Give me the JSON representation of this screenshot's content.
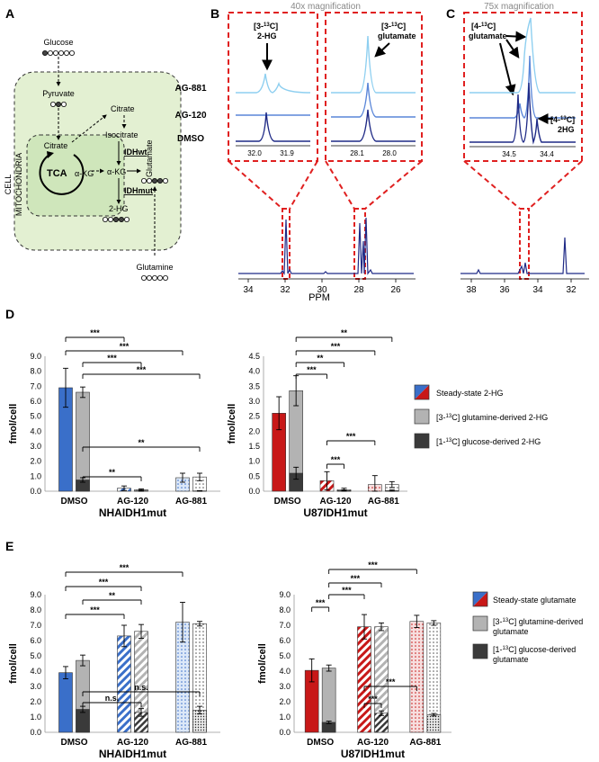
{
  "panels": {
    "A": "A",
    "B": "B",
    "C": "C",
    "D": "D",
    "E": "E"
  },
  "pathway": {
    "glucose": "Glucose",
    "pyruvate": "Pyruvate",
    "citrate_cyto": "Citrate",
    "citrate_mito": "Citrate",
    "tca": "TCA",
    "akg_tca": "α-KG",
    "isocitrate": "Isocitrate",
    "idhwt": "IDHwt",
    "akg": "α-KG",
    "glutamate": "Glutamate",
    "idhmut": "IDHmut",
    "hg2": "2-HG",
    "glutamine": "Glutamine",
    "cell": "CELL",
    "mito": "MITOCHONDRIA"
  },
  "nmr_b": {
    "magnification": "40x magnification",
    "samples": [
      "AG-881",
      "AG-120",
      "DMSO"
    ],
    "label_2hg_line1": "[3-13C]",
    "label_2hg_line2": "2-HG",
    "label_glu_line1": "[3-13C]",
    "label_glu_line2": "glutamate",
    "inset1_ticks": [
      "32.0",
      "31.9"
    ],
    "inset2_ticks": [
      "28.1",
      "28.0"
    ],
    "axis_ticks": [
      "34",
      "32",
      "30",
      "28",
      "26"
    ],
    "xlabel": "PPM"
  },
  "nmr_c": {
    "magnification": "75x magnification",
    "label_glu_line1": "[4-13C]",
    "label_glu_line2": "glutamate",
    "label_2hg_line1": "[4-13C]",
    "label_2hg_line2": "2HG",
    "inset_ticks": [
      "34.5",
      "34.4"
    ],
    "axis_ticks": [
      "38",
      "36",
      "34",
      "32"
    ]
  },
  "legend_d": {
    "steady": "Steady-state 2-HG",
    "gln": "[3-13C] glutamine-derived 2-HG",
    "glc": "[1-13C] glucose-derived 2-HG"
  },
  "legend_e": {
    "steady": "Steady-state glutamate",
    "gln_1": "[3-13C] glutamine-derived",
    "gln_2": "glutamate",
    "glc_1": "[1-13C] glucose-derived",
    "glc_2": "glutamate"
  },
  "chart_data": [
    {
      "id": "D-NHA",
      "type": "bar",
      "title": "NHAIDH1mut",
      "ylabel": "fmol/cell",
      "ylim": [
        0,
        9
      ],
      "yticks": [
        "0.0",
        "1.0",
        "2.0",
        "3.0",
        "4.0",
        "5.0",
        "6.0",
        "7.0",
        "8.0",
        "9.0"
      ],
      "categories": [
        "DMSO",
        "AG-120",
        "AG-881"
      ],
      "series": [
        {
          "name": "Steady-state 2-HG",
          "values": [
            6.9,
            0.2,
            0.9
          ],
          "errors": [
            1.3,
            0.15,
            0.3
          ]
        },
        {
          "name": "[3-13C] glutamine-derived 2-HG",
          "values": [
            6.6,
            0.1,
            0.95
          ],
          "errors": [
            0.35,
            0.05,
            0.25
          ]
        },
        {
          "name": "[1-13C] glucose-derived 2-HG",
          "values": [
            0.75,
            0.02,
            0.02
          ],
          "errors": [
            0.15,
            0.02,
            0.02
          ]
        }
      ],
      "significance": [
        {
          "label": "***"
        },
        {
          "label": "***"
        },
        {
          "label": "***"
        },
        {
          "label": "***"
        },
        {
          "label": "**"
        },
        {
          "label": "**"
        }
      ]
    },
    {
      "id": "D-U87",
      "type": "bar",
      "title": "U87IDH1mut",
      "ylabel": "fmol/cell",
      "ylim": [
        0,
        4.5
      ],
      "yticks": [
        "0.0",
        "0.5",
        "1.0",
        "1.5",
        "2.0",
        "2.5",
        "3.0",
        "3.5",
        "4.0",
        "4.5"
      ],
      "categories": [
        "DMSO",
        "AG-120",
        "AG-881"
      ],
      "series": [
        {
          "name": "Steady-state 2-HG",
          "values": [
            2.6,
            0.35,
            0.22
          ],
          "errors": [
            0.55,
            0.3,
            0.3
          ]
        },
        {
          "name": "[3-13C] glutamine-derived 2-HG",
          "values": [
            3.35,
            0.05,
            0.22
          ],
          "errors": [
            0.5,
            0.05,
            0.1
          ]
        },
        {
          "name": "[1-13C] glucose-derived 2-HG",
          "values": [
            0.6,
            0.02,
            0.02
          ],
          "errors": [
            0.2,
            0.02,
            0.02
          ]
        }
      ],
      "significance": [
        {
          "label": "**"
        },
        {
          "label": "***"
        },
        {
          "label": "**"
        },
        {
          "label": "***"
        },
        {
          "label": "***"
        },
        {
          "label": "***"
        }
      ]
    },
    {
      "id": "E-NHA",
      "type": "bar",
      "title": "NHAIDH1mut",
      "ylabel": "fmol/cell",
      "ylim": [
        0,
        9
      ],
      "yticks": [
        "0.0",
        "1.0",
        "2.0",
        "3.0",
        "4.0",
        "5.0",
        "6.0",
        "7.0",
        "8.0",
        "9.0"
      ],
      "categories": [
        "DMSO",
        "AG-120",
        "AG-881"
      ],
      "series": [
        {
          "name": "Steady-state glutamate",
          "values": [
            3.9,
            6.3,
            7.2
          ],
          "errors": [
            0.4,
            0.7,
            1.3
          ]
        },
        {
          "name": "[3-13C] glutamine-derived glutamate",
          "values": [
            4.7,
            6.6,
            7.1
          ],
          "errors": [
            0.35,
            0.45,
            0.15
          ]
        },
        {
          "name": "[1-13C] glucose-derived glutamate",
          "values": [
            1.5,
            1.3,
            1.45
          ],
          "errors": [
            0.2,
            0.25,
            0.25
          ]
        }
      ],
      "significance": [
        {
          "label": "***"
        },
        {
          "label": "***"
        },
        {
          "label": "**"
        },
        {
          "label": "***"
        },
        {
          "label": "n.s."
        },
        {
          "label": "n.s."
        }
      ]
    },
    {
      "id": "E-U87",
      "type": "bar",
      "title": "U87IDH1mut",
      "ylabel": "fmol/cell",
      "ylim": [
        0,
        9
      ],
      "yticks": [
        "0.0",
        "1.0",
        "2.0",
        "3.0",
        "4.0",
        "5.0",
        "6.0",
        "7.0",
        "8.0",
        "9.0"
      ],
      "categories": [
        "DMSO",
        "AG-120",
        "AG-881"
      ],
      "series": [
        {
          "name": "Steady-state glutamate",
          "values": [
            4.05,
            6.9,
            7.25
          ],
          "errors": [
            0.75,
            0.8,
            0.4
          ]
        },
        {
          "name": "[3-13C] glutamine-derived glutamate",
          "values": [
            4.2,
            6.9,
            7.15
          ],
          "errors": [
            0.2,
            0.25,
            0.15
          ]
        },
        {
          "name": "[1-13C] glucose-derived glutamate",
          "values": [
            0.65,
            1.25,
            1.15
          ],
          "errors": [
            0.08,
            0.15,
            0.08
          ]
        }
      ],
      "significance": [
        {
          "label": "***"
        },
        {
          "label": "***"
        },
        {
          "label": "***"
        },
        {
          "label": "***"
        },
        {
          "label": "***"
        },
        {
          "label": "***"
        }
      ]
    }
  ],
  "colors": {
    "blue": "#3a6fc9",
    "red": "#c81818",
    "gray": "#b3b3b3",
    "dark": "#3a3a3a",
    "navy": "#1f2a86",
    "light_blue": "#8ecff0",
    "mid_blue": "#5a86d8",
    "dash_red": "#e02020",
    "green_cell": "#e3f0d2",
    "green_mito": "#cfe6bb"
  }
}
